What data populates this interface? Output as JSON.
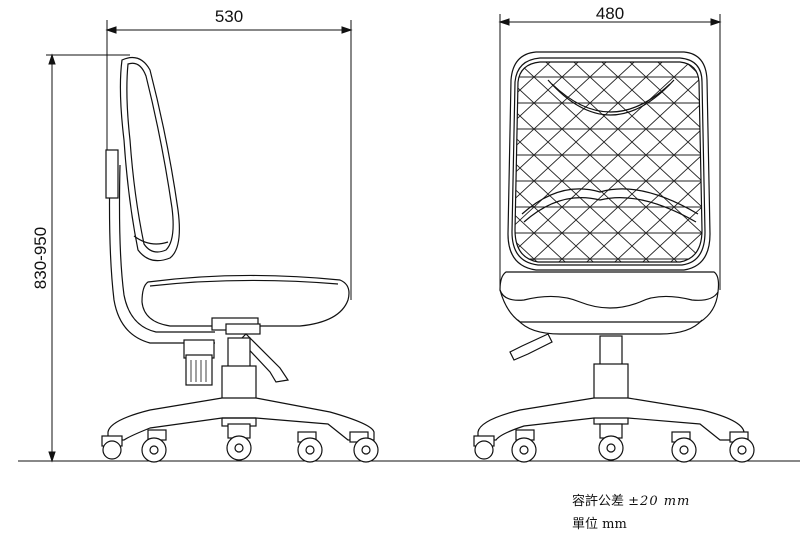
{
  "dimensions": {
    "side_depth": "530",
    "front_width": "480",
    "height_range": "830-950"
  },
  "notes": {
    "tolerance_label": "容許公差",
    "tolerance_value": "±20 mm",
    "unit_label": "單位",
    "unit_value": "mm"
  }
}
